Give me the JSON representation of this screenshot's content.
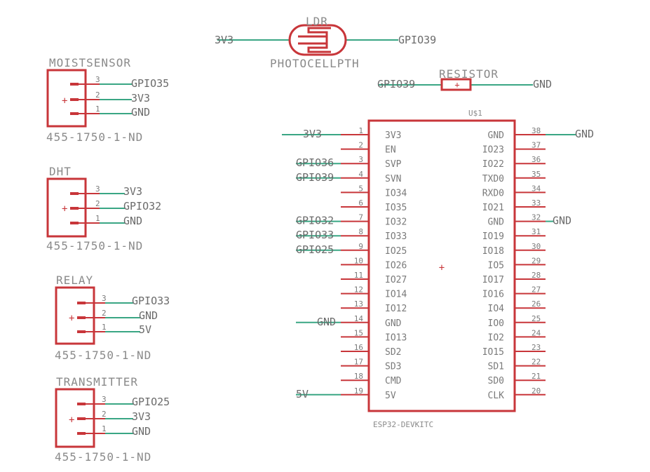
{
  "colors": {
    "body": "#c8363a",
    "wire": "#3aa684",
    "text": "#8a8a8a"
  },
  "ldr": {
    "name": "LDR",
    "value": "PHOTOCELLPTH",
    "left_net": "3V3",
    "right_net": "GPIO39"
  },
  "resistor": {
    "name": "RESISTOR",
    "left_net": "GPIO39",
    "right_net": "GND"
  },
  "headers": [
    {
      "name": "MOISTSENSOR",
      "part": "455-1750-1-ND",
      "pins": [
        {
          "num": "3",
          "net": "GPIO35"
        },
        {
          "num": "2",
          "net": "3V3"
        },
        {
          "num": "1",
          "net": "GND"
        }
      ]
    },
    {
      "name": "DHT",
      "part": "455-1750-1-ND",
      "pins": [
        {
          "num": "3",
          "net": "3V3"
        },
        {
          "num": "2",
          "net": "GPIO32"
        },
        {
          "num": "1",
          "net": "GND"
        }
      ]
    },
    {
      "name": "RELAY",
      "part": "455-1750-1-ND",
      "pins": [
        {
          "num": "3",
          "net": "GPIO33"
        },
        {
          "num": "2",
          "net": "GND"
        },
        {
          "num": "1",
          "net": "5V"
        }
      ]
    },
    {
      "name": "TRANSMITTER",
      "part": "455-1750-1-ND",
      "pins": [
        {
          "num": "3",
          "net": "GPIO25"
        },
        {
          "num": "2",
          "net": "3V3"
        },
        {
          "num": "1",
          "net": "GND"
        }
      ]
    }
  ],
  "esp32": {
    "ref": "U$1",
    "value": "ESP32-DEVKITC",
    "left_pins": [
      {
        "num": "1",
        "label": "3V3",
        "net": "3V3"
      },
      {
        "num": "2",
        "label": "EN",
        "net": ""
      },
      {
        "num": "3",
        "label": "SVP",
        "net": "GPIO36"
      },
      {
        "num": "4",
        "label": "SVN",
        "net": "GPIO39"
      },
      {
        "num": "5",
        "label": "IO34",
        "net": ""
      },
      {
        "num": "6",
        "label": "IO35",
        "net": ""
      },
      {
        "num": "7",
        "label": "IO32",
        "net": "GPIO32"
      },
      {
        "num": "8",
        "label": "IO33",
        "net": "GPIO33"
      },
      {
        "num": "9",
        "label": "IO25",
        "net": "GPIO25"
      },
      {
        "num": "10",
        "label": "IO26",
        "net": ""
      },
      {
        "num": "11",
        "label": "IO27",
        "net": ""
      },
      {
        "num": "12",
        "label": "IO14",
        "net": ""
      },
      {
        "num": "13",
        "label": "IO12",
        "net": ""
      },
      {
        "num": "14",
        "label": "GND",
        "net": "GND"
      },
      {
        "num": "15",
        "label": "IO13",
        "net": ""
      },
      {
        "num": "16",
        "label": "SD2",
        "net": ""
      },
      {
        "num": "17",
        "label": "SD3",
        "net": ""
      },
      {
        "num": "18",
        "label": "CMD",
        "net": ""
      },
      {
        "num": "19",
        "label": "5V",
        "net": "5V"
      }
    ],
    "right_pins": [
      {
        "num": "38",
        "label": "GND",
        "net": "GND"
      },
      {
        "num": "37",
        "label": "IO23",
        "net": ""
      },
      {
        "num": "36",
        "label": "IO22",
        "net": ""
      },
      {
        "num": "35",
        "label": "TXD0",
        "net": ""
      },
      {
        "num": "34",
        "label": "RXD0",
        "net": ""
      },
      {
        "num": "33",
        "label": "IO21",
        "net": ""
      },
      {
        "num": "32",
        "label": "GND",
        "net": "GND"
      },
      {
        "num": "31",
        "label": "IO19",
        "net": ""
      },
      {
        "num": "30",
        "label": "IO18",
        "net": ""
      },
      {
        "num": "29",
        "label": "IO5",
        "net": ""
      },
      {
        "num": "28",
        "label": "IO17",
        "net": ""
      },
      {
        "num": "27",
        "label": "IO16",
        "net": ""
      },
      {
        "num": "26",
        "label": "IO4",
        "net": ""
      },
      {
        "num": "25",
        "label": "IO0",
        "net": ""
      },
      {
        "num": "24",
        "label": "IO2",
        "net": ""
      },
      {
        "num": "23",
        "label": "IO15",
        "net": ""
      },
      {
        "num": "22",
        "label": "SD1",
        "net": ""
      },
      {
        "num": "21",
        "label": "SD0",
        "net": ""
      },
      {
        "num": "20",
        "label": "CLK",
        "net": ""
      }
    ]
  }
}
